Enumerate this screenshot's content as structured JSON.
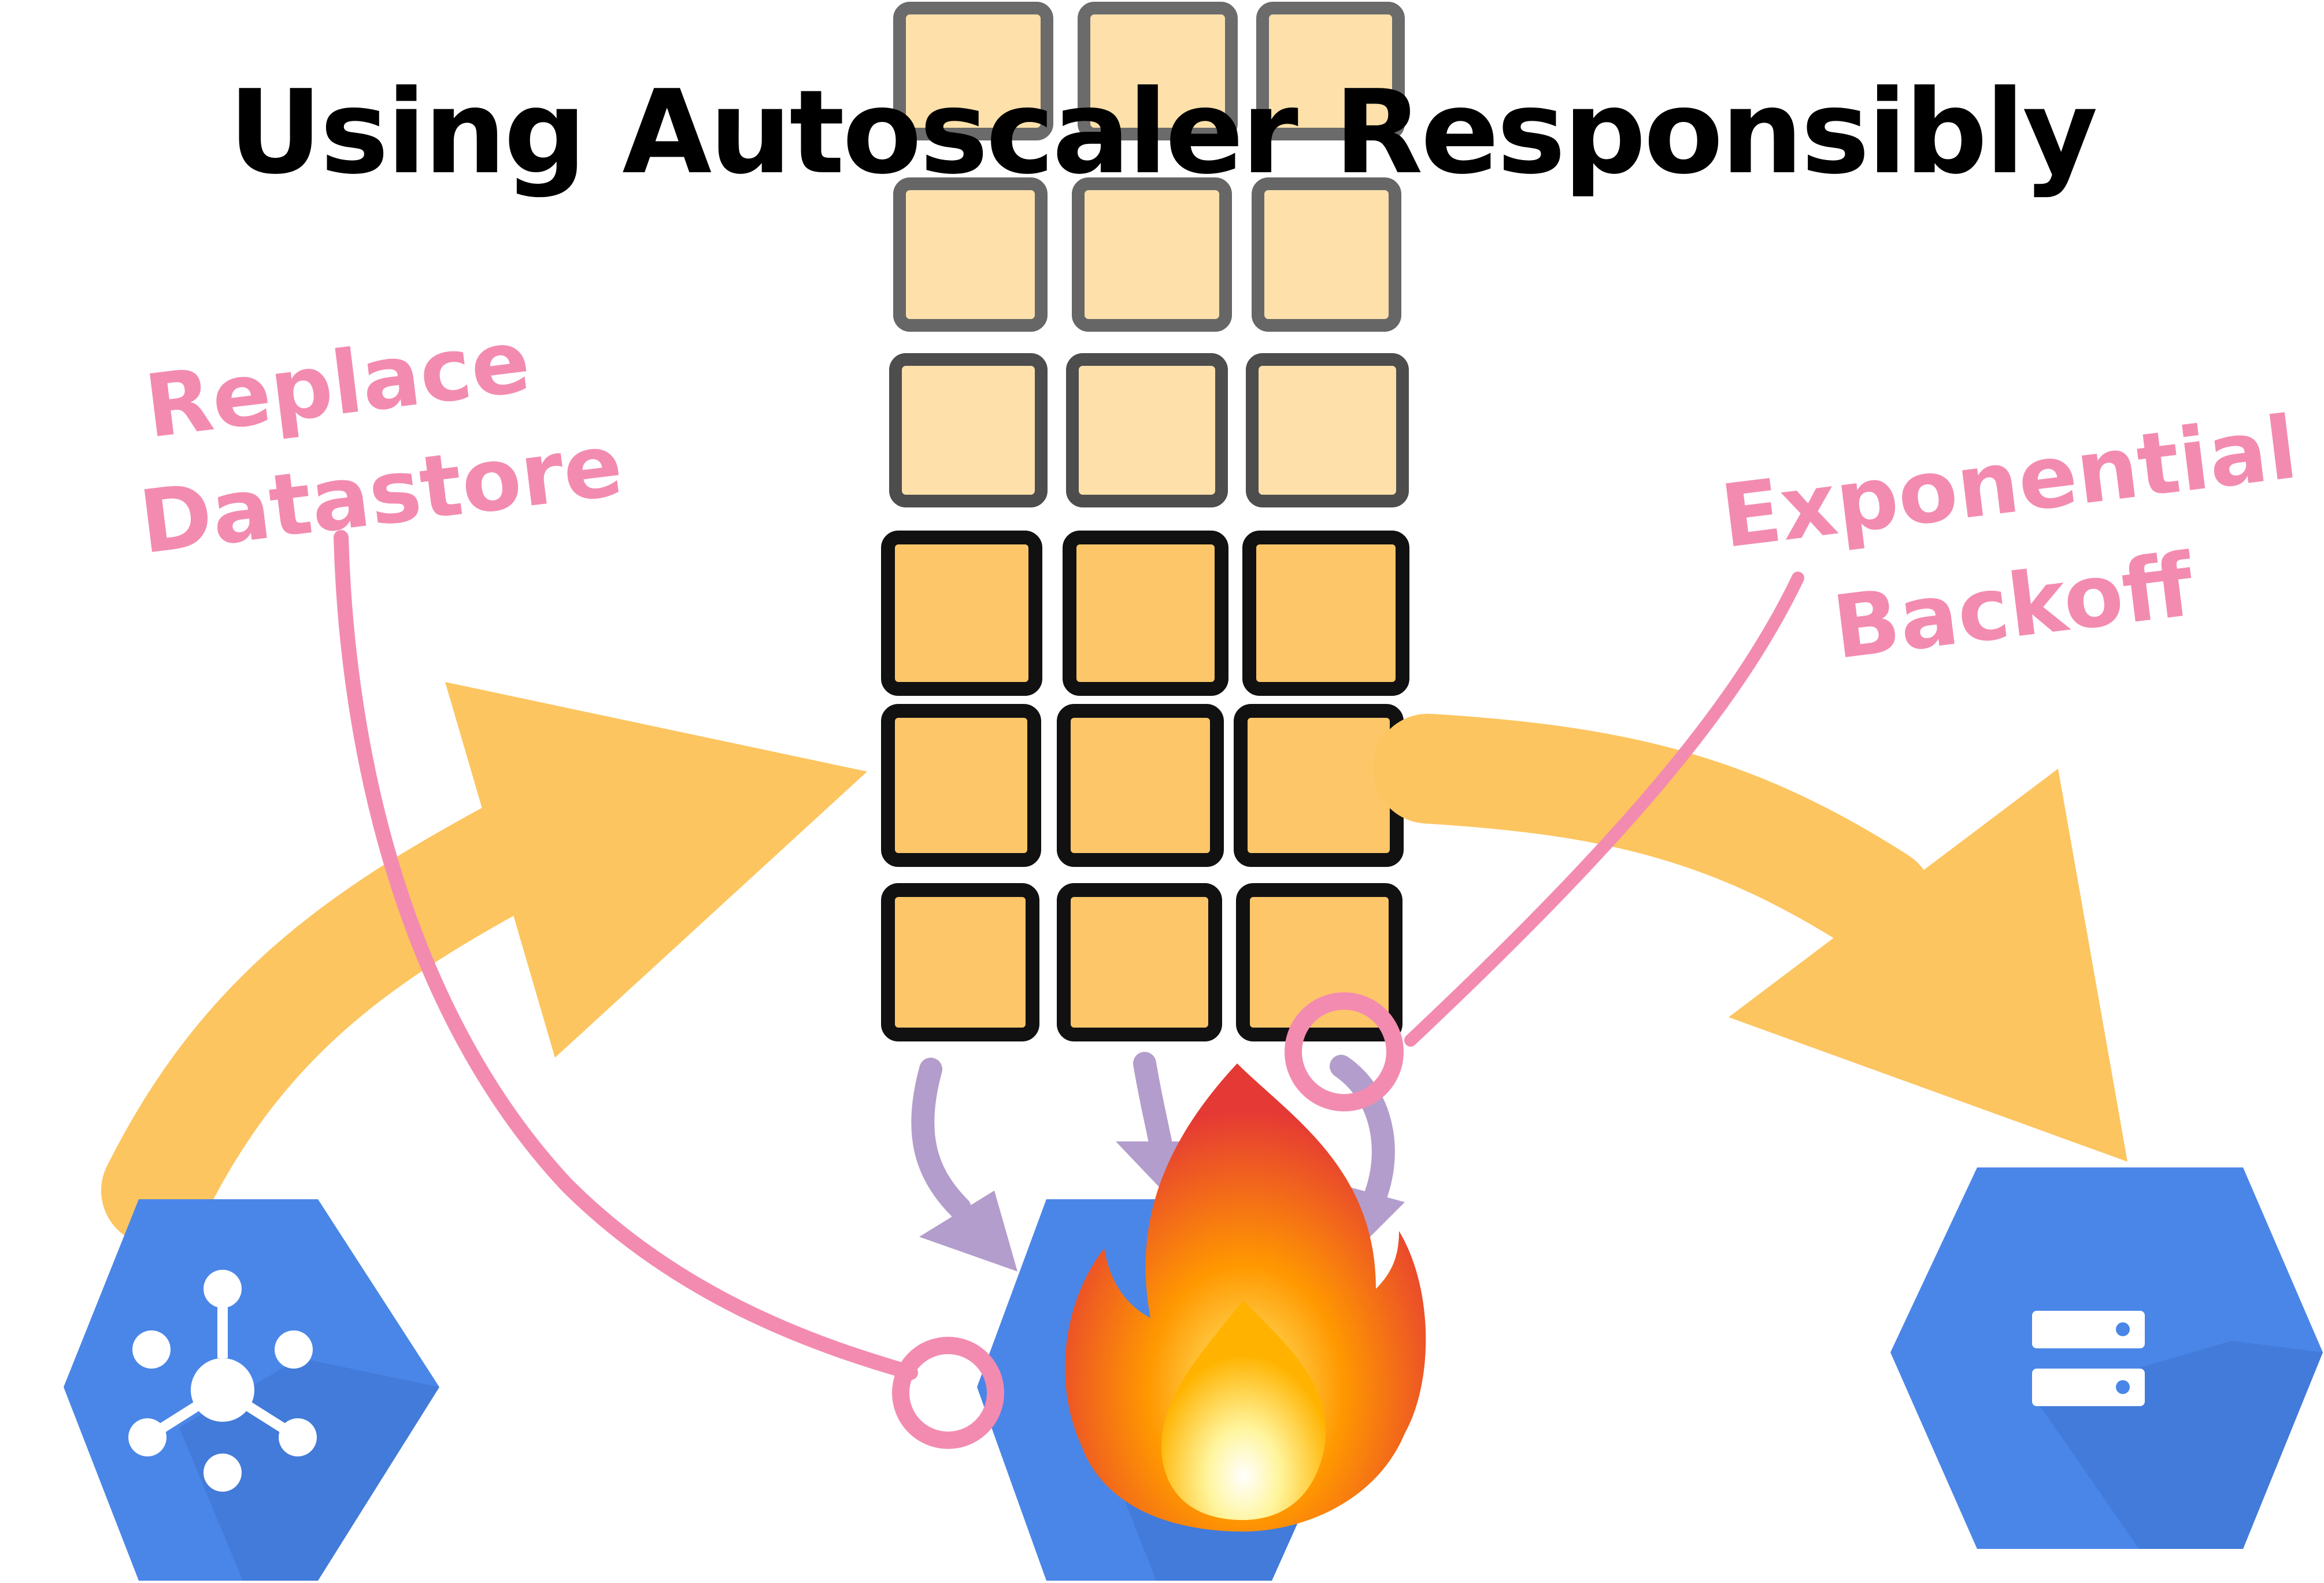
{
  "title": "Using Autoscaler Responsibly",
  "labels": {
    "replace_line1": "Replace",
    "replace_line2": "Datastore",
    "backoff_line1": "Exponential",
    "backoff_line2": "Backoff"
  },
  "colors": {
    "pink": "#f38bb0",
    "yellow_arrow": "#fcc560",
    "box_light": "#fde0aa",
    "box_dark": "#fcc669",
    "purple": "#b39dcc",
    "hex_blue": "#4a86e8",
    "hex_shadow": "#3c73cc"
  },
  "icons": {
    "left": "pubsub-icon",
    "middle": "datastore-icon",
    "right": "storage-icon",
    "fire": "fire-emoji-icon"
  }
}
